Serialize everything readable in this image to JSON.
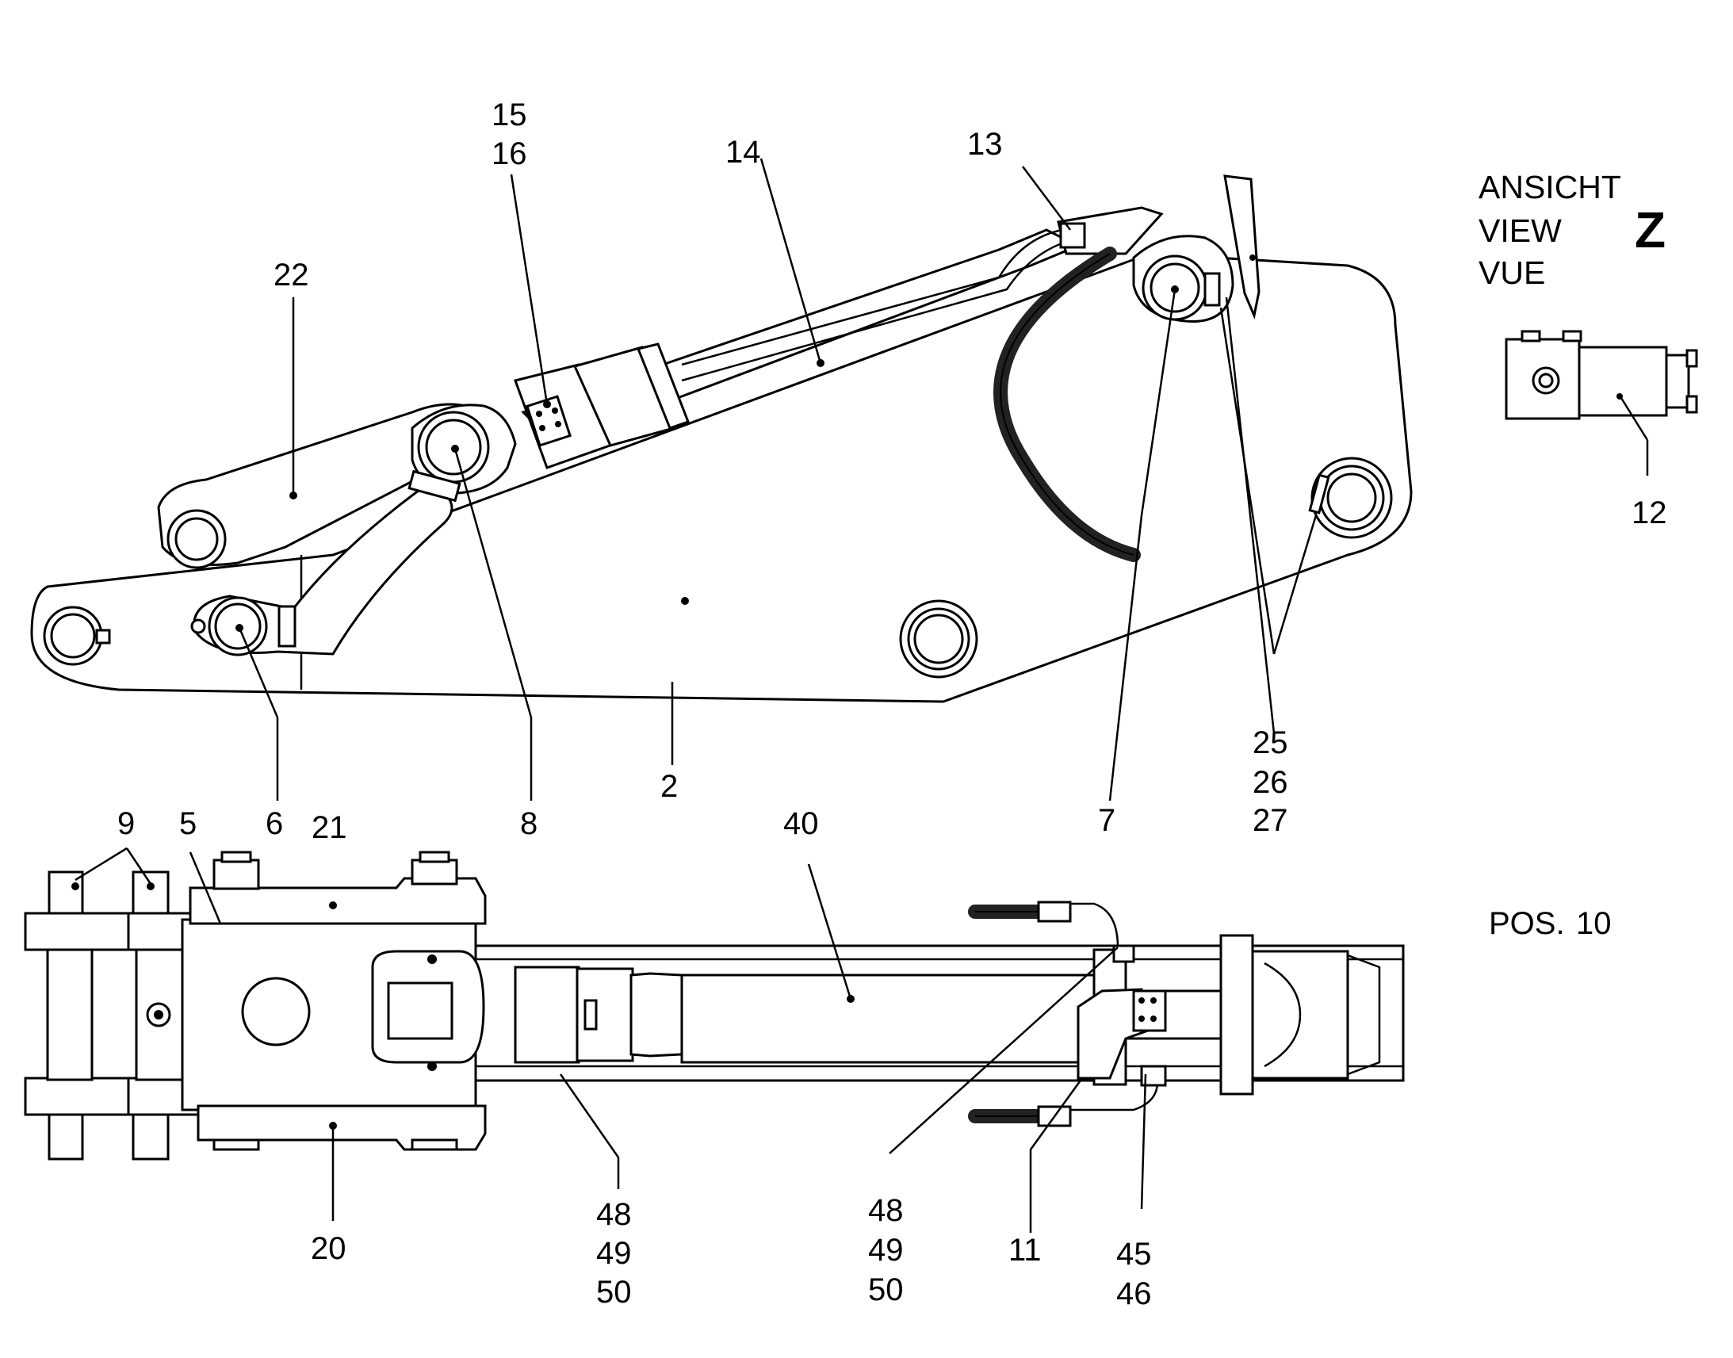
{
  "view_z": {
    "line1": "ANSICHT",
    "line2": "VIEW",
    "line3": "VUE",
    "letter": "Z"
  },
  "pos": {
    "prefix": "POS.",
    "number": "10"
  },
  "callouts": {
    "c15": "15",
    "c16": "16",
    "c14": "14",
    "c13": "13",
    "c22": "22",
    "c12": "12",
    "c25": "25",
    "c26": "26",
    "c27": "27",
    "c2": "2",
    "c6": "6",
    "c8": "8",
    "c7": "7",
    "c9": "9",
    "c5": "5",
    "c21": "21",
    "c40": "40",
    "c20": "20",
    "c48a": "48",
    "c49a": "49",
    "c50a": "50",
    "c48b": "48",
    "c49b": "49",
    "c50b": "50",
    "c11": "11",
    "c45": "45",
    "c46": "46"
  }
}
